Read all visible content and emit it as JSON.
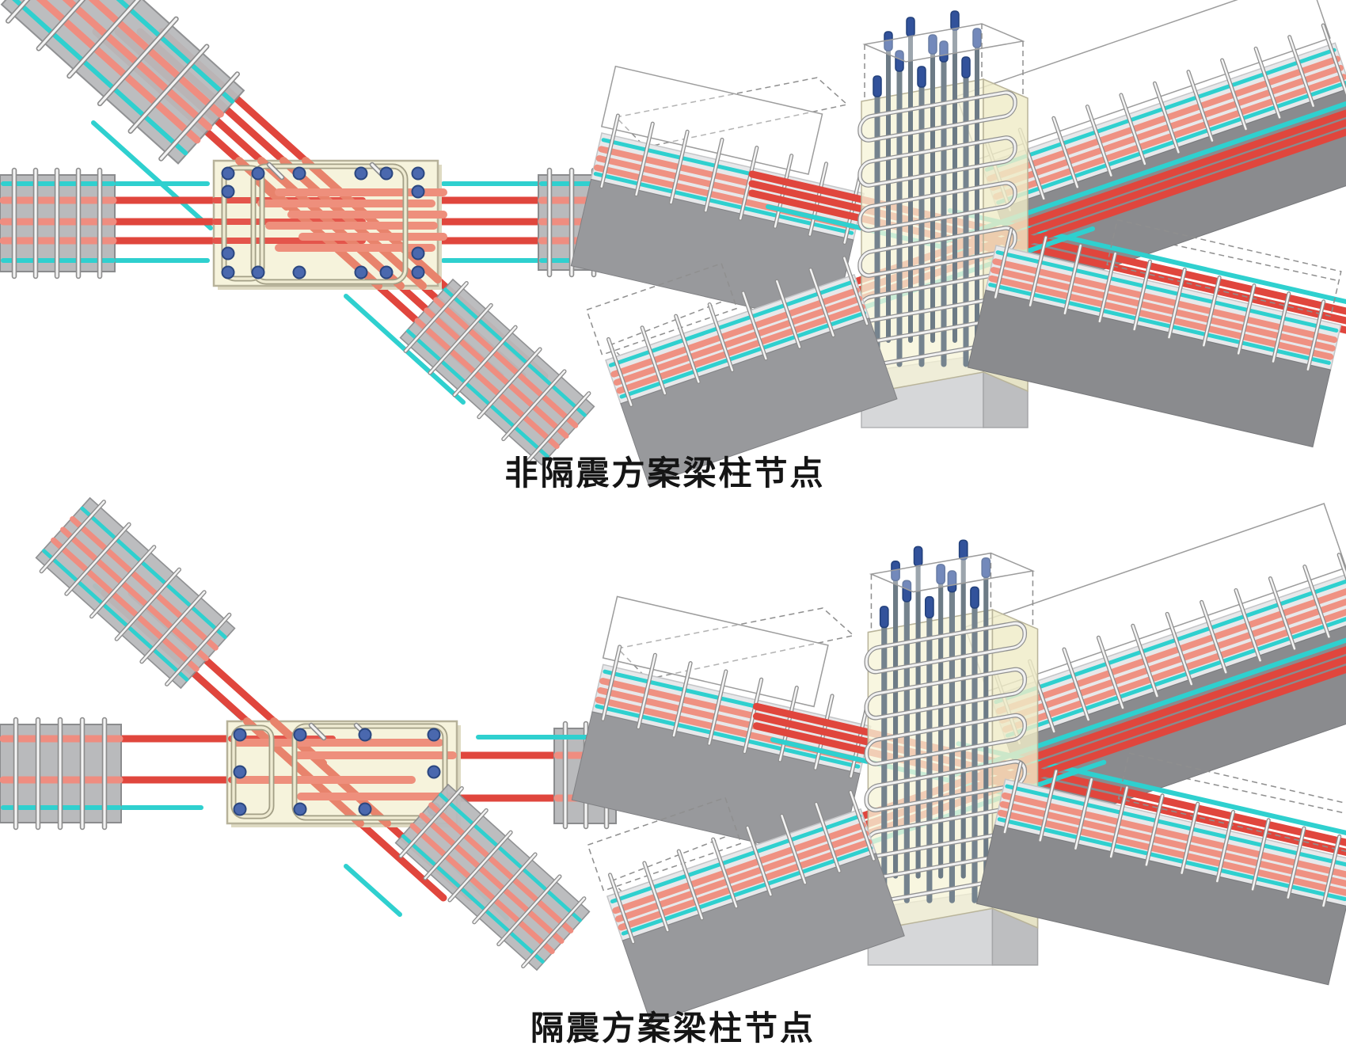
{
  "figure": {
    "type": "rebar-joint-comparison-illustration",
    "captions": {
      "top": "非隔震方案梁柱节点",
      "bottom": "隔震方案梁柱节点"
    },
    "colors": {
      "background": "#ffffff",
      "caption_text": "#151515",
      "beam_rebar_red": "#e0463d",
      "lap_rebar_salmon": "#ee8f7c",
      "distribution_bar_teal": "#2fd0cf",
      "stirrup_white": "#f3f3f3",
      "beam_concrete_gray": "#b9babc",
      "joint_concrete_cream": "#f6f3dc",
      "column_rebar_steel_blue": "#7e93ae",
      "column_rebar_cap_navy": "#32529b",
      "column_bar_section_dot_blue": "#4a68ae",
      "concrete_side_gray_dark": "#98999c",
      "concrete_top_gray_light": "#e7e8ea"
    }
  }
}
